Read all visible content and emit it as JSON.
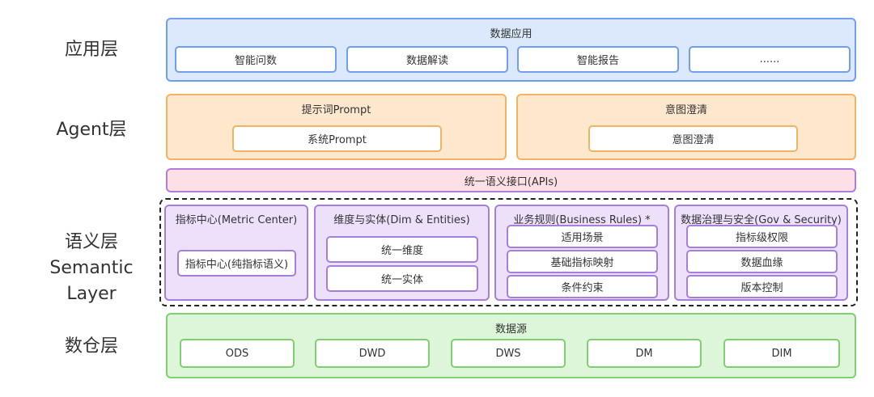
{
  "layers": {
    "application": "应用层",
    "agent": "Agent层",
    "semantic_cn": "语义层",
    "semantic_en": "Semantic Layer",
    "warehouse": "数仓层"
  },
  "application": {
    "title": "数据应用",
    "items": [
      "智能问数",
      "数据解读",
      "智能报告",
      "......"
    ]
  },
  "agent": {
    "prompt": {
      "title": "提示词Prompt",
      "item": "系统Prompt"
    },
    "clarify": {
      "title": "意图澄清",
      "item": "意图澄清"
    }
  },
  "apis": "统一语义接口(APIs)",
  "semantic": {
    "metric": {
      "title": "指标中心(Metric Center)",
      "items": [
        "指标中心(纯指标语义)"
      ]
    },
    "dim": {
      "title": "维度与实体(Dim & Entities)",
      "items": [
        "统一维度",
        "统一实体"
      ]
    },
    "rules": {
      "title": "业务规则(Business Rules) *",
      "items": [
        "适用场景",
        "基础指标映射",
        "条件约束"
      ]
    },
    "gov": {
      "title": "数据治理与安全(Gov & Security)",
      "items": [
        "指标级权限",
        "数据血缘",
        "版本控制"
      ]
    }
  },
  "warehouse": {
    "title": "数据源",
    "items": [
      "ODS",
      "DWD",
      "DWS",
      "DM",
      "DIM"
    ]
  }
}
